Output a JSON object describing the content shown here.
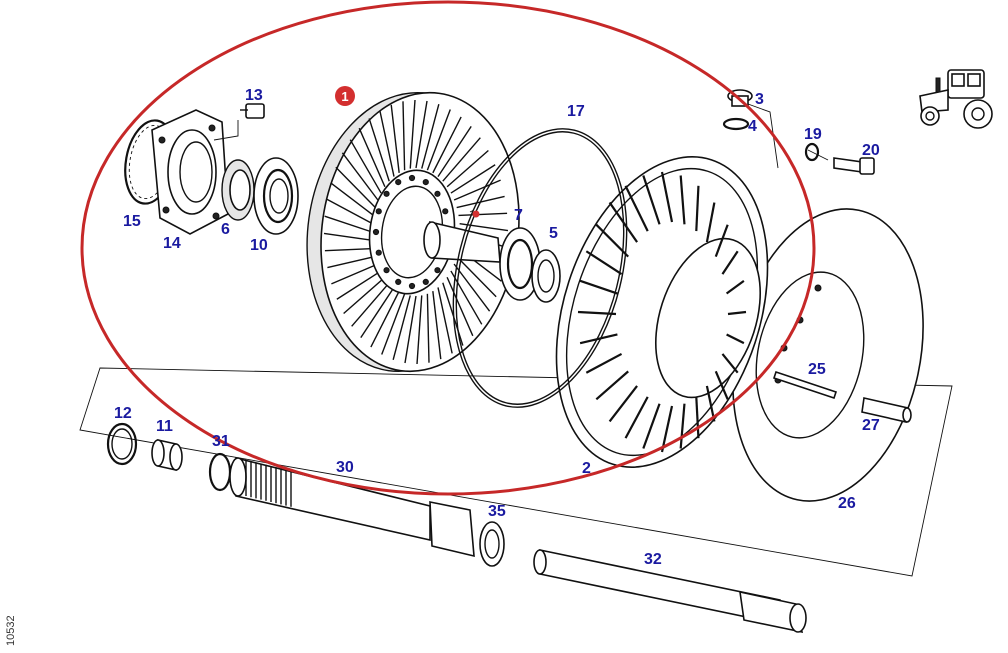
{
  "colors": {
    "highlight_ring": "#c62828",
    "label": "#1a1aa0",
    "callout_badge": "#d32f2f",
    "line_art": "#111111"
  },
  "callout": {
    "number": "1"
  },
  "figure_id": "10532",
  "vehicle_icon": "tractor-icon",
  "labels": {
    "p2": "2",
    "p3": "3",
    "p4": "4",
    "p5": "5",
    "p6": "6",
    "p7": "7",
    "p10": "10",
    "p11": "11",
    "p12": "12",
    "p13": "13",
    "p14": "14",
    "p15": "15",
    "p17": "17",
    "p19": "19",
    "p20": "20",
    "p25": "25",
    "p26": "26",
    "p27": "27",
    "p30": "30",
    "p31": "31",
    "p32": "32",
    "p35": "35"
  }
}
